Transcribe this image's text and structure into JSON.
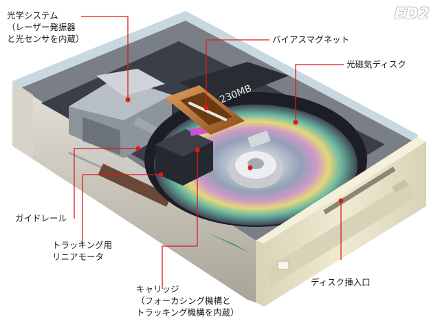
{
  "logo": "ED2",
  "disk_label": "230MB",
  "labels": {
    "optical_system": "光学システム\n（レーザー発振器\nと光センサを内蔵）",
    "bias_magnet": "バイアスマグネット",
    "mo_disk": "光磁気ディスク",
    "guide_rail": "ガイドレール",
    "linear_motor": "トラッキング用\nリニアモータ",
    "carriage": "キャリッジ\n（フォーカシング機構と\nトラッキング機構を内蔵）",
    "disk_slot": "ディスク挿入口"
  },
  "colors": {
    "leader": "#e01818",
    "casing": "#c9c2b0",
    "bezel": "#e8e2c8",
    "magnet": "#c07830"
  }
}
